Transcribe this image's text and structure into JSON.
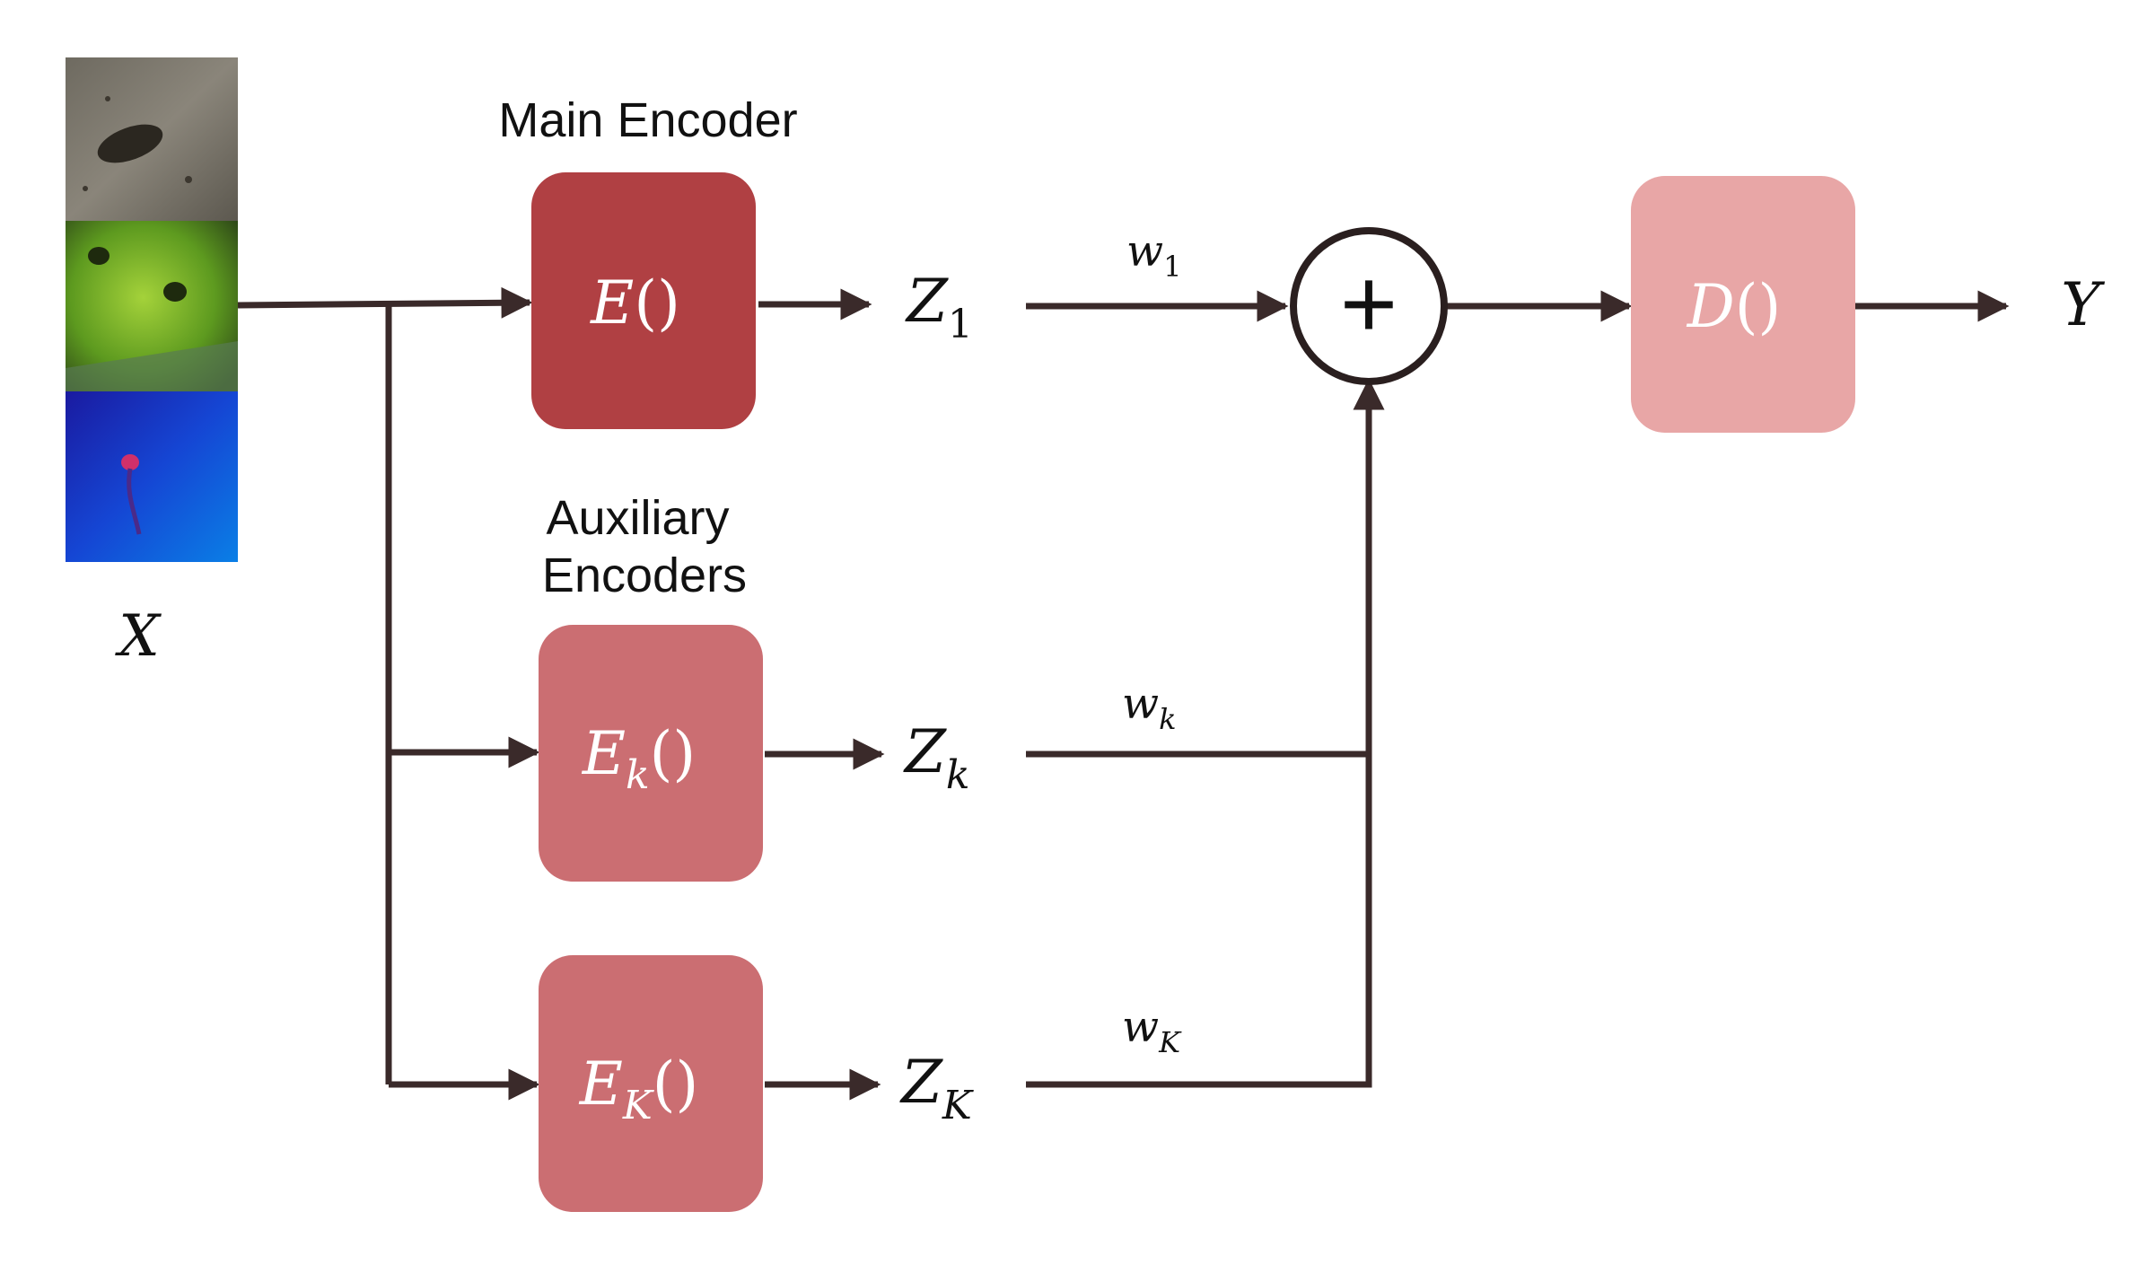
{
  "input": {
    "symbol": "X",
    "thumbnails": [
      "salamander-photo",
      "frog-photo",
      "jellyfish-photo"
    ]
  },
  "main_encoder": {
    "caption": "Main Encoder",
    "func": "E",
    "parens": "()",
    "output": {
      "base": "Z",
      "sub": "1"
    },
    "weight": {
      "base": "w",
      "sub": "1"
    },
    "color": "#b04043"
  },
  "auxiliary_encoders": {
    "caption_line1": "Auxiliary",
    "caption_line2": "Encoders",
    "color": "#cb6e72",
    "items": [
      {
        "func": "E",
        "sub": "k",
        "parens": "()",
        "output": {
          "base": "Z",
          "sub": "k"
        },
        "weight": {
          "base": "w",
          "sub": "k"
        }
      },
      {
        "func": "E",
        "sub": "K",
        "parens": "()",
        "output": {
          "base": "Z",
          "sub": "K"
        },
        "weight": {
          "base": "w",
          "sub": "K"
        }
      }
    ]
  },
  "combiner": {
    "symbol": "+"
  },
  "decoder": {
    "func": "D",
    "parens": "()",
    "color": "#e8a6a6"
  },
  "output": {
    "symbol": "Y"
  },
  "line_color": "#3a2a2a"
}
